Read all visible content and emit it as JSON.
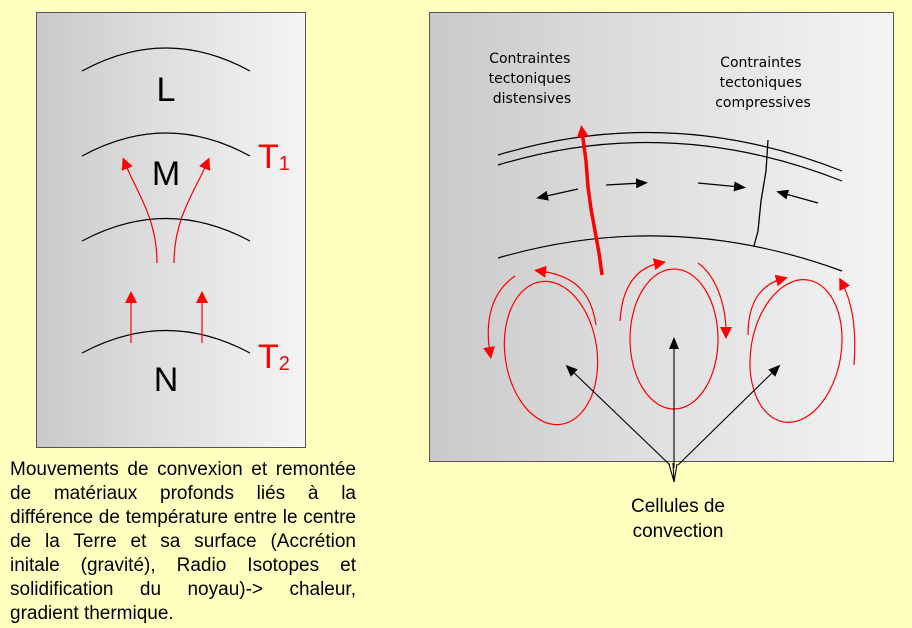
{
  "left_panel": {
    "layers": [
      "L",
      "M",
      "N"
    ],
    "temperatures": [
      {
        "letter": "T",
        "sub": "1"
      },
      {
        "letter": "T",
        "sub": "2"
      }
    ],
    "caption": "Mouvements de convexion et remontée de matériaux profonds liés à la différence de température entre le centre de la Terre et sa surface (Accrétion initale (gravité), Radio Isotopes et solidification du noyau)-> chaleur, gradient thermique."
  },
  "right_panel": {
    "label_distensive": [
      "Contraintes",
      "tectoniques",
      "distensives"
    ],
    "label_compressive": [
      "Contraintes",
      "tectoniques",
      "compressives"
    ],
    "caption": [
      "Cellules de",
      "convection"
    ]
  },
  "colors": {
    "background": "#ffffc0",
    "arrow_red": "#ff0000",
    "line_black": "#000000"
  }
}
